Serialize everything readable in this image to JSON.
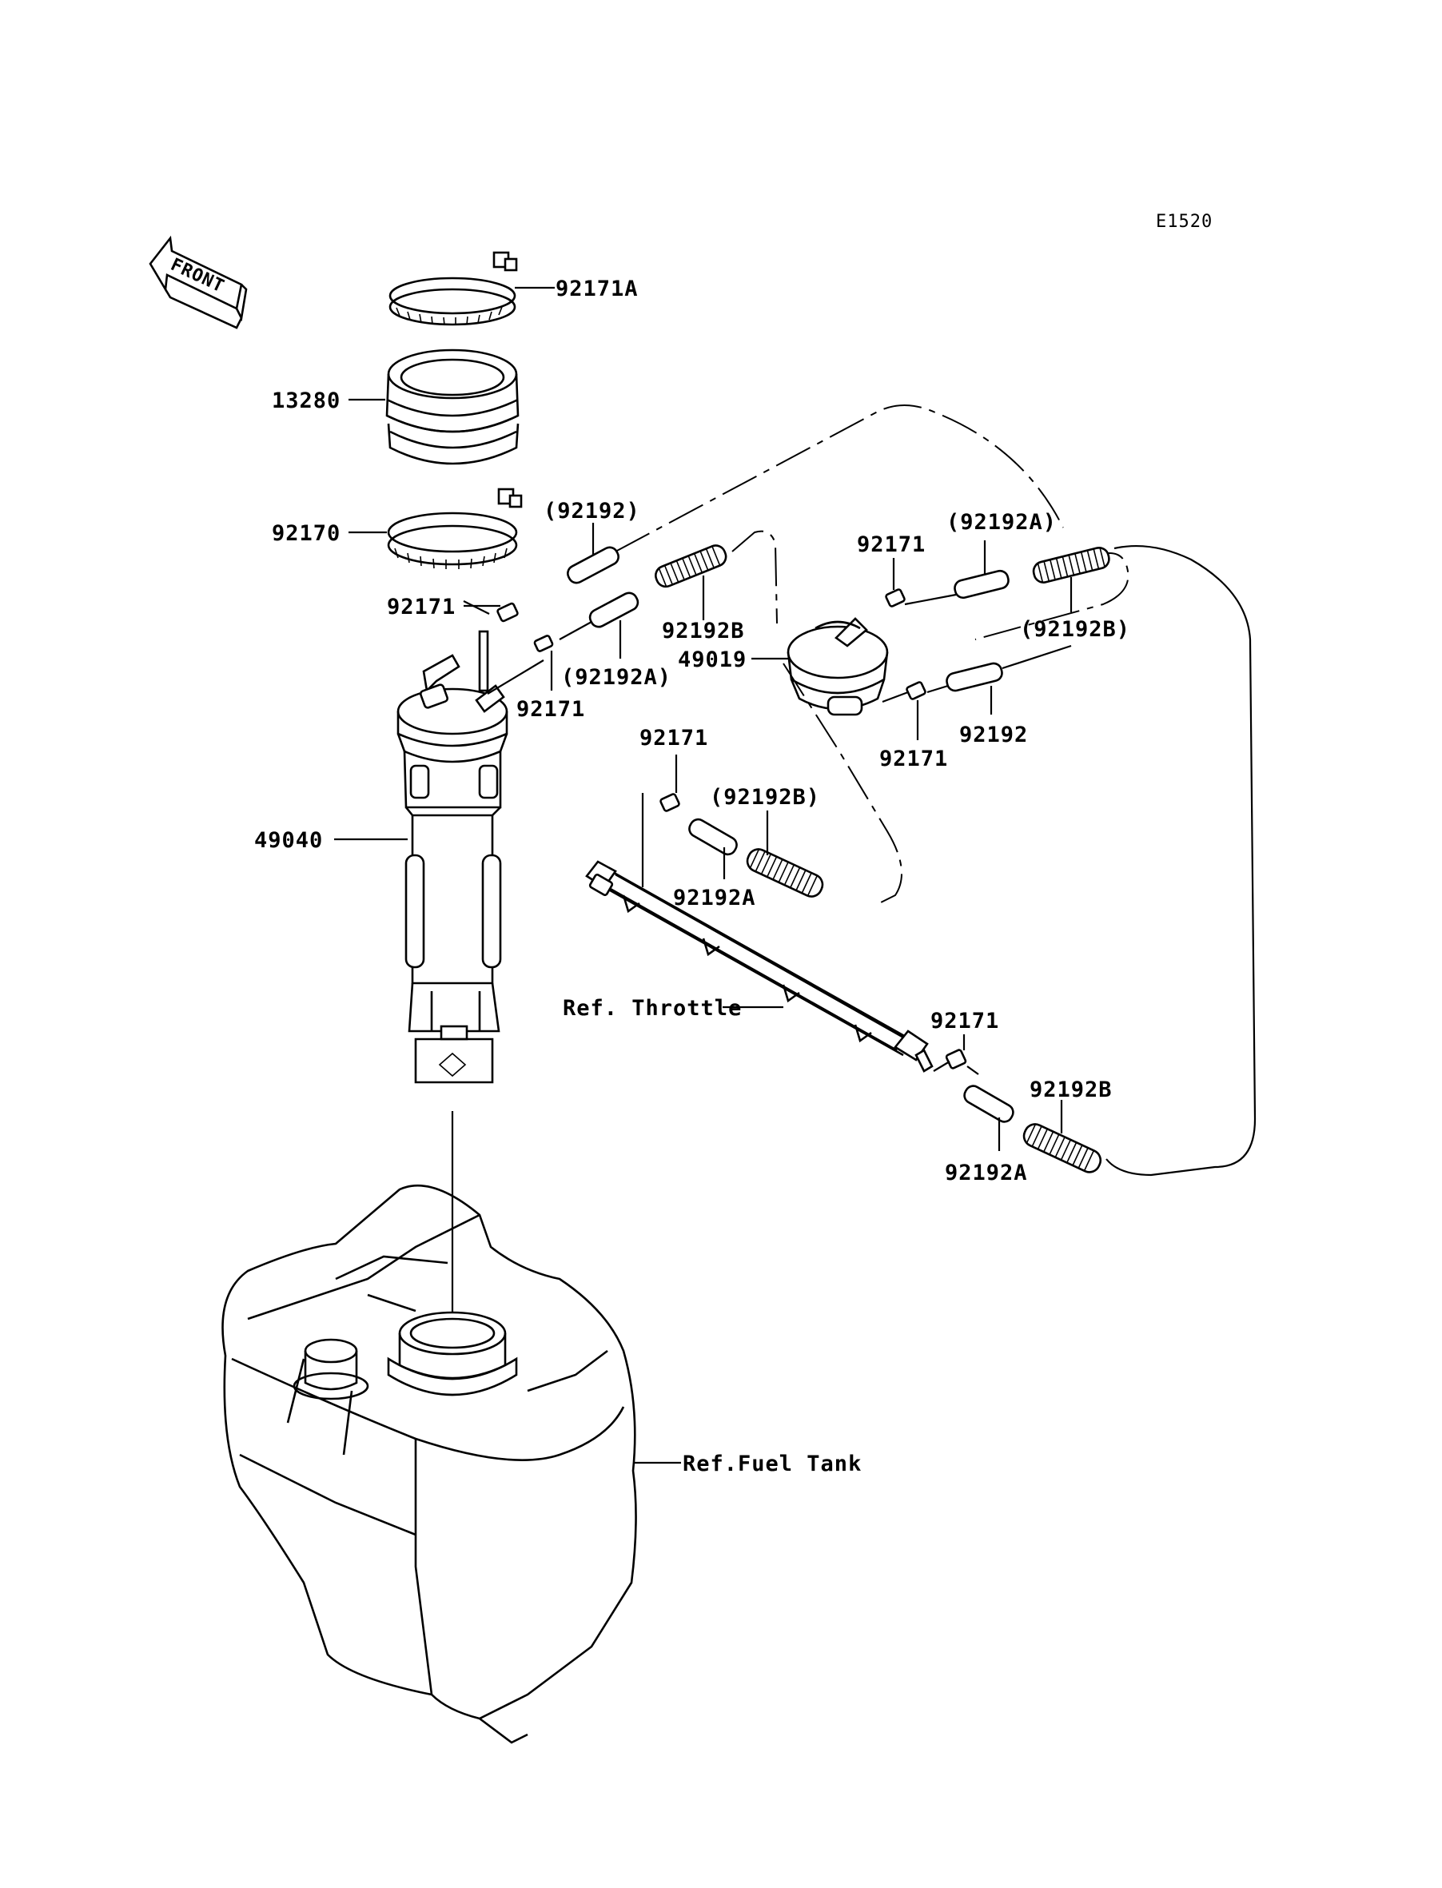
{
  "diagram_code": "E1520",
  "front_arrow_label": "FRONT",
  "labels": {
    "clamp_top": "92171A",
    "boot": "13280",
    "clamp_lower": "92170",
    "hose_92192_top": "(92192)",
    "clip_left": "92171",
    "hose_92192B_left": "92192B",
    "hose_92192A_left": "(92192A)",
    "clip_left_2": "92171",
    "filter": "49019",
    "clip_filter_top": "92171",
    "hose_92192A_right": "(92192A)",
    "hose_92192B_right": "(92192B)",
    "clip_filter_bottom": "92171",
    "hose_92192_right": "92192",
    "pump": "49040",
    "clip_mid": "92171",
    "hose_92192B_mid": "(92192B)",
    "hose_92192A_mid": "92192A",
    "ref_throttle": "Ref. Throttle",
    "clip_bottom": "92171",
    "hose_92192B_bottom": "92192B",
    "hose_92192A_bottom": "92192A",
    "ref_fuel_tank": "Ref.Fuel Tank"
  }
}
